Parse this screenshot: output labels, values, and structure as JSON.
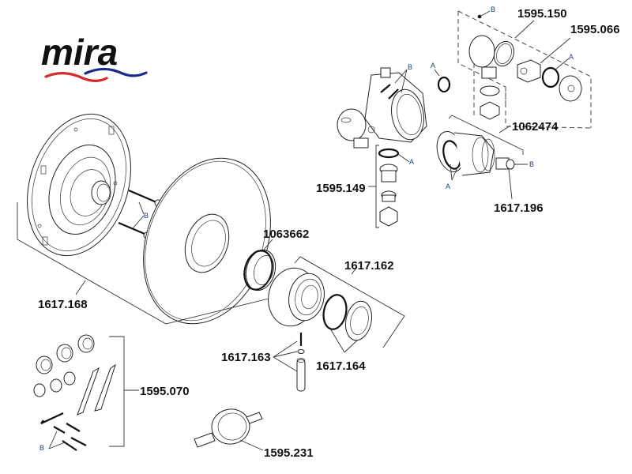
{
  "brand": {
    "name": "mira",
    "wave_colors": {
      "warm": "#d42a2a",
      "cool": "#1a2a8c"
    }
  },
  "diagram": {
    "title": "Mira thermostatic mixer valve exploded parts diagram",
    "parts": [
      {
        "id": "1595.150",
        "label": "1595.150",
        "description": "Outlet elbow assembly (dashed group, top right)"
      },
      {
        "id": "1595.066",
        "label": "1595.066",
        "description": "Flow regulator / outlet insert"
      },
      {
        "id": "1062474",
        "label": "1062474",
        "description": "Thermostatic cartridge"
      },
      {
        "id": "1595.149",
        "label": "1595.149",
        "description": "Inlet connector kit (seal, union, olive, nut)"
      },
      {
        "id": "1617.196",
        "label": "1617.196",
        "description": "Cartridge spindle seal"
      },
      {
        "id": "1063662",
        "label": "1063662",
        "description": "Shroud / sleeve"
      },
      {
        "id": "1617.162",
        "label": "1617.162",
        "description": "Control knob assembly"
      },
      {
        "id": "1617.163",
        "label": "1617.163",
        "description": "Grub screw, washer and pin"
      },
      {
        "id": "1617.164",
        "label": "1617.164",
        "description": "Cap retaining ring and cap"
      },
      {
        "id": "1617.168",
        "label": "1617.168",
        "description": "Faceplate and backplate assembly with screws"
      },
      {
        "id": "1595.070",
        "label": "1595.070",
        "description": "Fixing pack (nuts, olives, brackets, key, screws, plugs)"
      },
      {
        "id": "1595.231",
        "label": "1595.231",
        "description": "Valve mounting bracket"
      }
    ],
    "reference_letters": {
      "A": "A",
      "B": "B"
    }
  }
}
